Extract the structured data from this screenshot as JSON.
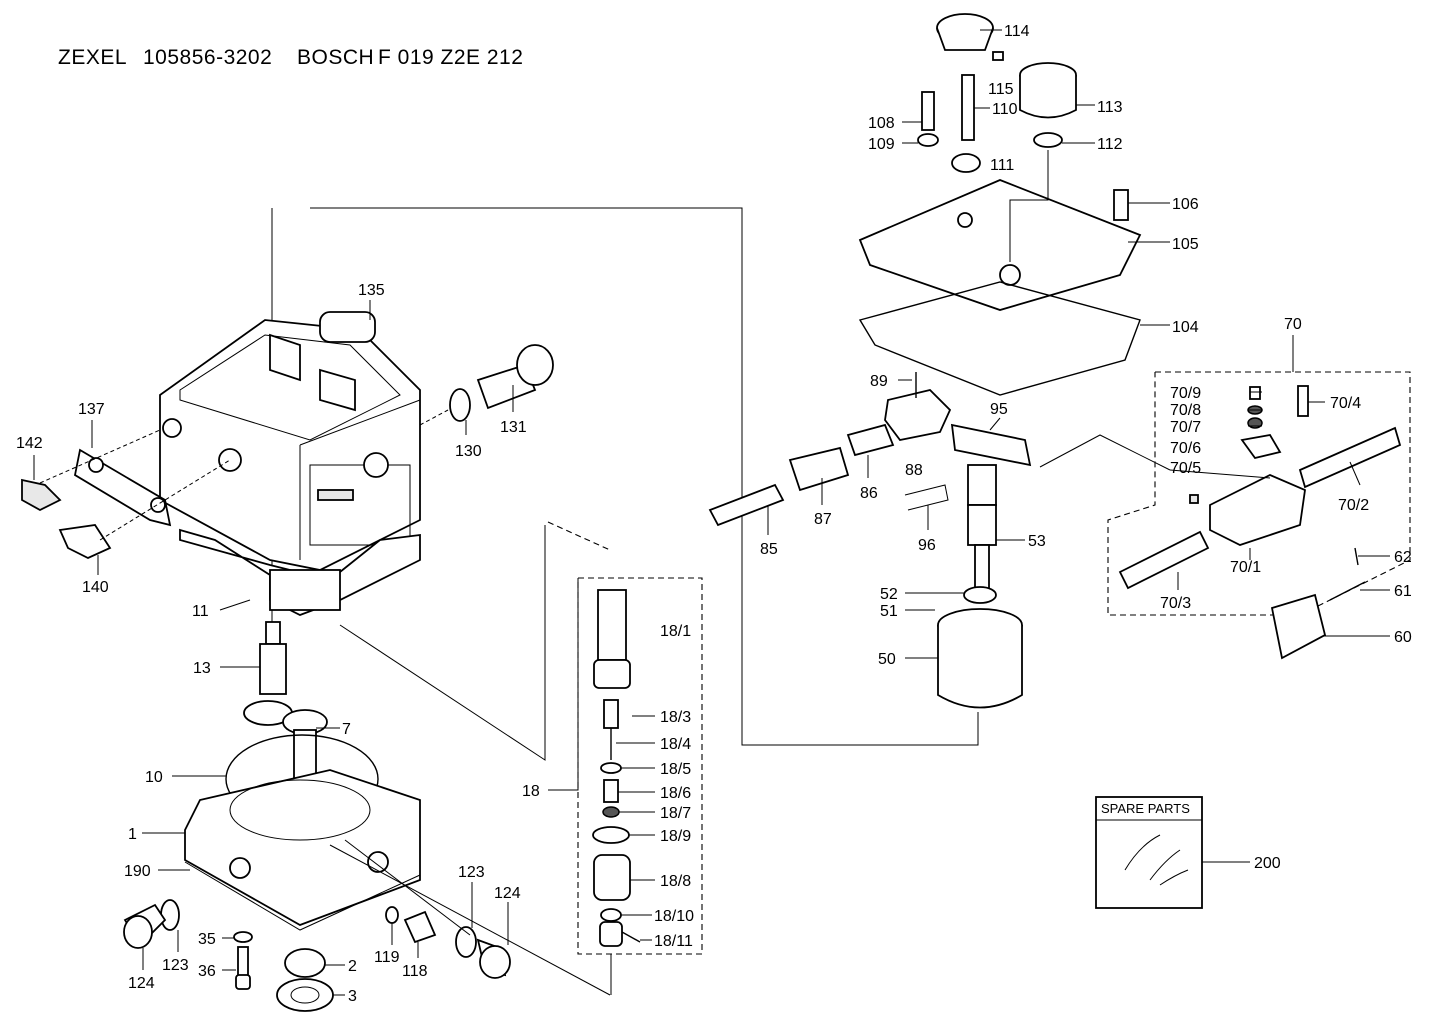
{
  "header": {
    "brand1": "ZEXEL",
    "code1": "105856-3202",
    "brand2": "BOSCH",
    "code2": "F 019 Z2E 212"
  },
  "spare_parts": {
    "title": "SPARE PARTS"
  },
  "labels": {
    "l114": "114",
    "l115": "115",
    "l110": "110",
    "l113": "113",
    "l108": "108",
    "l109": "109",
    "l112": "112",
    "l111": "111",
    "l106": "106",
    "l105": "105",
    "l104": "104",
    "l135": "135",
    "l131": "131",
    "l130": "130",
    "l137": "137",
    "l142": "142",
    "l140": "140",
    "l11": "11",
    "l13": "13",
    "l7": "7",
    "l10": "10",
    "l1": "1",
    "l190": "190",
    "l35": "35",
    "l36": "36",
    "l124a": "124",
    "l123a": "123",
    "l2": "2",
    "l3": "3",
    "l119": "119",
    "l118": "118",
    "l123b": "123",
    "l124b": "124",
    "l18_1": "18/1",
    "l18_3": "18/3",
    "l18_4": "18/4",
    "l18_5": "18/5",
    "l18_6": "18/6",
    "l18_7": "18/7",
    "l18_9": "18/9",
    "l18_8": "18/8",
    "l18_10": "18/10",
    "l18_11": "18/11",
    "l18": "18",
    "l89": "89",
    "l95": "95",
    "l88": "88",
    "l86": "86",
    "l87": "87",
    "l85": "85",
    "l96": "96",
    "l53": "53",
    "l52": "52",
    "l51": "51",
    "l50": "50",
    "l70": "70",
    "l70_9": "70/9",
    "l70_8": "70/8",
    "l70_7": "70/7",
    "l70_6": "70/6",
    "l70_5": "70/5",
    "l70_4": "70/4",
    "l70_2": "70/2",
    "l70_1": "70/1",
    "l70_3": "70/3",
    "l62": "62",
    "l61": "61",
    "l60": "60",
    "l200": "200"
  }
}
